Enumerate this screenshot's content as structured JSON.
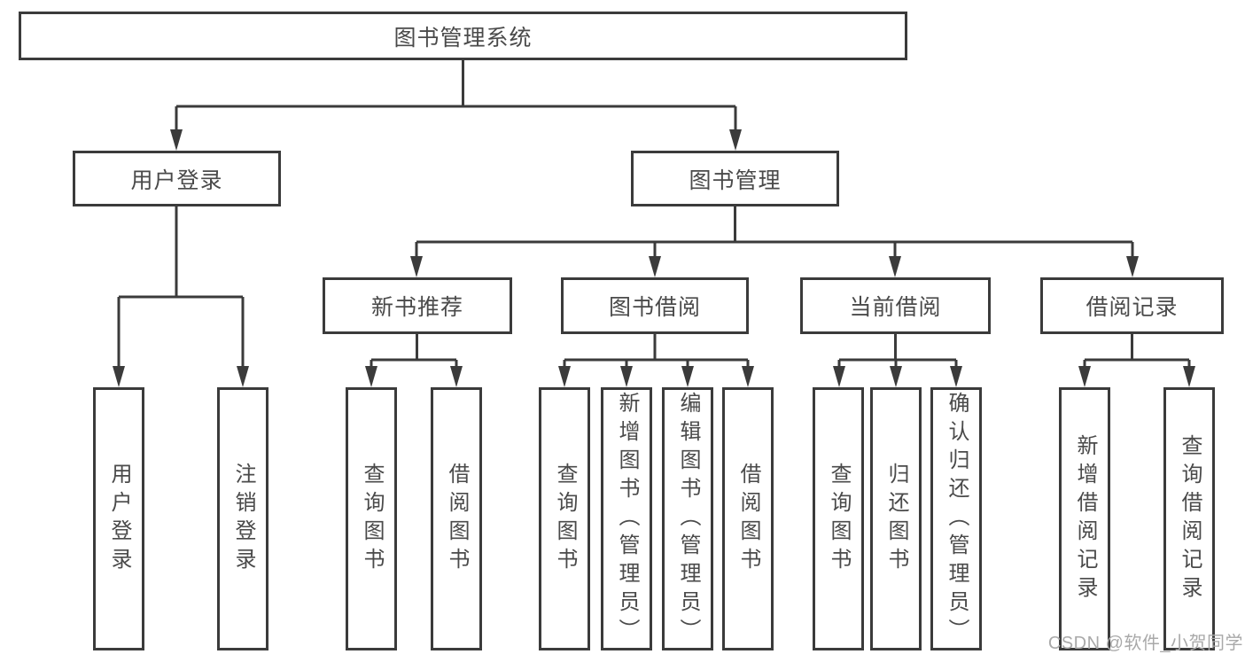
{
  "tree": {
    "root": {
      "label": "图书管理系统"
    },
    "children": [
      {
        "label": "用户登录",
        "children": [
          {
            "label": "用户登录"
          },
          {
            "label": "注销登录"
          }
        ]
      },
      {
        "label": "图书管理",
        "children": [
          {
            "label": "新书推荐",
            "children": [
              {
                "label": "查询图书"
              },
              {
                "label": "借阅图书"
              }
            ]
          },
          {
            "label": "图书借阅",
            "children": [
              {
                "label": "查询图书"
              },
              {
                "label": "新增图书（管理员）"
              },
              {
                "label": "编辑图书（管理员）"
              },
              {
                "label": "借阅图书"
              }
            ]
          },
          {
            "label": "当前借阅",
            "children": [
              {
                "label": "查询图书"
              },
              {
                "label": "归还图书"
              },
              {
                "label": "确认归还（管理员）"
              }
            ]
          },
          {
            "label": "借阅记录",
            "children": [
              {
                "label": "新增借阅记录"
              },
              {
                "label": "查询借阅记录"
              }
            ]
          }
        ]
      }
    ]
  },
  "watermark": {
    "text": "CSDN @软件_小贺同学"
  },
  "colors": {
    "line": "#3b3b3b",
    "text": "#4a4a4a",
    "watermark": "#a9a9a9",
    "bg": "#ffffff"
  }
}
